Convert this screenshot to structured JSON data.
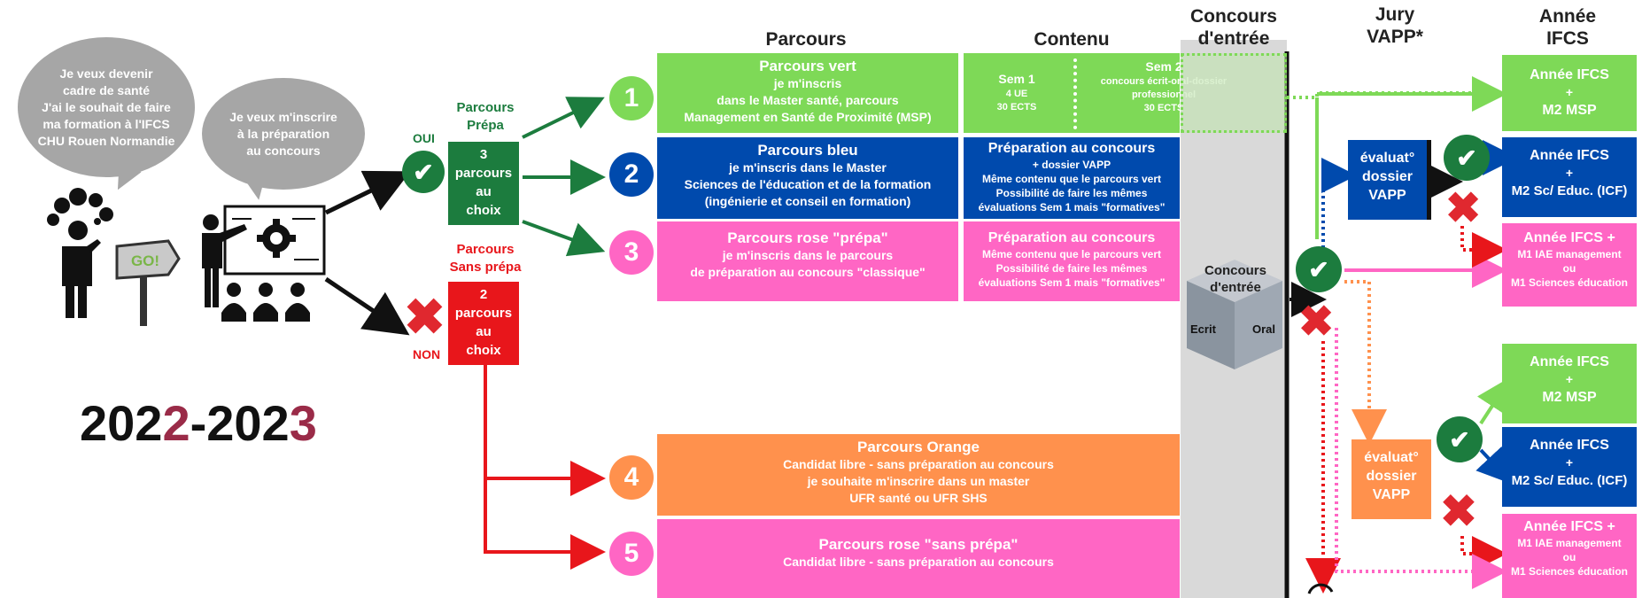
{
  "colors": {
    "green": "#7ed957",
    "blue": "#004aad",
    "pink": "#ff66c4",
    "orange": "#ff914d",
    "red": "#e8161b",
    "dark_green": "#1c7c3e",
    "grey": "#a6a6a6",
    "maroon": "#9a2b48"
  },
  "bubbles": {
    "left": [
      "Je veux devenir",
      "cadre de santé",
      "J'ai le souhait de faire",
      "ma formation à l'IFCS",
      "CHU Rouen Normandie"
    ],
    "right": [
      "Je veux m'inscrire",
      "à la préparation",
      "au concours"
    ]
  },
  "icons": {
    "go_sign": "GO!",
    "people": "people-icon",
    "gear": "gear-icon"
  },
  "year": {
    "part1": "202",
    "part2": "2",
    "part3": "-202",
    "part4": "3"
  },
  "choice": {
    "oui": "OUI",
    "non": "NON",
    "prepa_title": [
      "Parcours",
      "Prépa"
    ],
    "sans_title": [
      "Parcours",
      "Sans prépa"
    ],
    "prepa_box": [
      "3",
      "parcours",
      "au",
      "choix"
    ],
    "sans_box": [
      "2",
      "parcours",
      "au",
      "choix"
    ]
  },
  "headers": {
    "parcours": "Parcours",
    "contenu": "Contenu",
    "concours": [
      "Concours",
      "d'entrée"
    ],
    "jury": [
      "Jury",
      "VAPP*"
    ],
    "annee": [
      "Année",
      "IFCS"
    ]
  },
  "numbers": [
    "1",
    "2",
    "3",
    "4",
    "5"
  ],
  "parcours": [
    {
      "title": "Parcours vert",
      "lines": [
        "je m'inscris",
        "dans le Master santé, parcours",
        "Management en Santé de Proximité (MSP)"
      ]
    },
    {
      "title": "Parcours bleu",
      "lines": [
        "je m'inscris dans le Master",
        "Sciences de l'éducation et de la formation",
        "(ingénierie et conseil en formation)"
      ]
    },
    {
      "title": "Parcours rose \"prépa\"",
      "lines": [
        "je m'inscris dans le parcours",
        "de préparation au concours \"classique\""
      ]
    },
    {
      "title": "Parcours Orange",
      "lines": [
        "Candidat libre - sans préparation au concours",
        "je souhaite m'inscrire dans un master",
        "UFR santé ou UFR SHS"
      ]
    },
    {
      "title": "Parcours rose \"sans prépa\"",
      "lines": [
        "Candidat libre - sans préparation au concours"
      ]
    }
  ],
  "contenu": {
    "vert": {
      "sem1_title": "Sem 1",
      "sem1_lines": [
        "4 UE",
        "30 ECTS"
      ],
      "sem2_title": "Sem 2",
      "sem2_lines": [
        "concours écrit-oral-dossier",
        "professionnel",
        "30 ECTS"
      ]
    },
    "bleu": {
      "title": "Préparation au concours",
      "lines": [
        "+ dossier VAPP",
        "Même contenu que le parcours vert",
        "Possibilité de faire les mêmes",
        "évaluations Sem 1 mais \"formatives\""
      ]
    },
    "rose": {
      "title": "Préparation au concours",
      "lines": [
        "Même contenu que le parcours vert",
        "Possibilité de faire les mêmes",
        "évaluations Sem 1 mais \"formatives\""
      ]
    }
  },
  "concours_cube": {
    "title": [
      "Concours",
      "d'entrée"
    ],
    "ecrit": "Ecrit",
    "oral": "Oral"
  },
  "vapp_box": [
    "évaluat°",
    "dossier",
    "VAPP"
  ],
  "annee": {
    "msp": [
      "Année IFCS",
      "+",
      "M2 MSP"
    ],
    "icf": [
      "Année IFCS",
      "+",
      "M2 Sc/ Educ. (ICF)"
    ],
    "m1": [
      "Année IFCS +",
      "M1 IAE management",
      "ou",
      "M1 Sciences éducation"
    ]
  }
}
